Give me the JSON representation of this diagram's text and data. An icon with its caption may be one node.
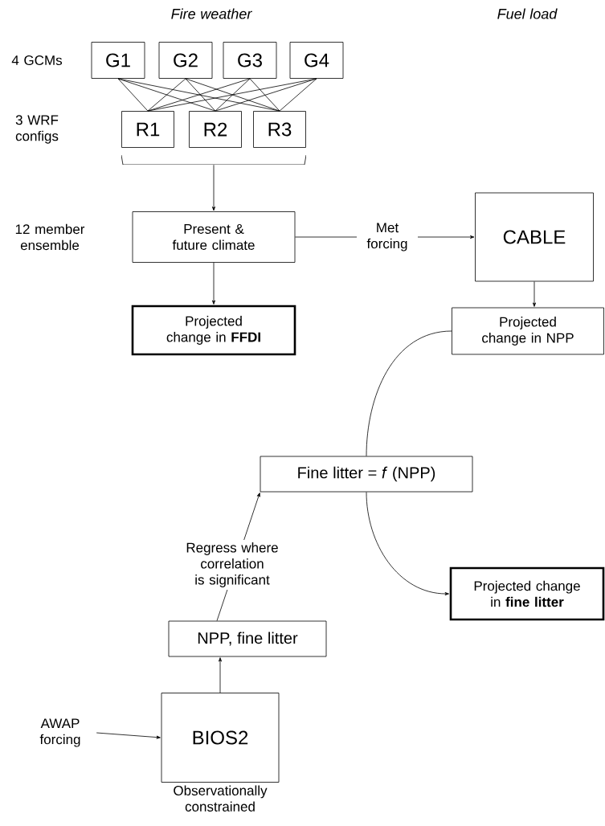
{
  "diagram": {
    "nodes": [
      {
        "text": [
          "G1"
        ]
      },
      {
        "text": [
          "G2"
        ]
      },
      {
        "text": [
          "G3"
        ]
      },
      {
        "text": [
          "G4"
        ]
      },
      {
        "text": [
          "R1"
        ]
      },
      {
        "text": [
          "R2"
        ]
      },
      {
        "text": [
          "R3"
        ]
      },
      {
        "text": [
          "Present & future climate"
        ]
      },
      {
        "text": [
          "Projected change in **FFDI**"
        ]
      },
      {
        "text": [
          "CABLE"
        ]
      },
      {
        "text": [
          "Projected change in NPP"
        ]
      },
      {
        "text": [
          "Fine litter = *f* (NPP)"
        ]
      },
      {
        "text": [
          "Projected change in **fine litter**"
        ]
      },
      {
        "text": [
          "NPP, fine litter"
        ]
      },
      {
        "text": [
          "BIOS2"
        ],
        "beside": [
          "Observationally constrained"
        ]
      },
      {
        "text": [
          "AWAP forcing"
        ]
      },
      {
        "text": [],
        "shape": "bracket"
      }
    ],
    "edges": [
      {
        "from": 0,
        "to": 4,
        "arrow": "none"
      },
      {
        "from": 0,
        "to": 5,
        "arrow": "none"
      },
      {
        "from": 0,
        "to": 6,
        "arrow": "none"
      },
      {
        "from": 1,
        "to": 4,
        "arrow": "none"
      },
      {
        "from": 1,
        "to": 5,
        "arrow": "none"
      },
      {
        "from": 1,
        "to": 6,
        "arrow": "none"
      },
      {
        "from": 2,
        "to": 4,
        "arrow": "none"
      },
      {
        "from": 2,
        "to": 5,
        "arrow": "none"
      },
      {
        "from": 2,
        "to": 6,
        "arrow": "none"
      },
      {
        "from": 3,
        "to": 4,
        "arrow": "none"
      },
      {
        "from": 3,
        "to": 5,
        "arrow": "none"
      },
      {
        "from": 3,
        "to": 6,
        "arrow": "none"
      },
      {
        "from": 16,
        "to": 7,
        "arrow": "to"
      },
      {
        "from": 7,
        "to": 8,
        "arrow": "to"
      },
      {
        "from": 7,
        "to": 9,
        "arrow": "to",
        "label": "Met forcing"
      },
      {
        "from": 9,
        "to": 10,
        "arrow": "to"
      },
      {
        "from": 10,
        "to": 11,
        "arrow": "none"
      },
      {
        "from": 11,
        "to": 12,
        "arrow": "to"
      },
      {
        "from": 13,
        "to": 11,
        "arrow": "to",
        "label": "Regress where correlation is significant"
      },
      {
        "from": 14,
        "to": 13,
        "arrow": "to"
      },
      {
        "from": 15,
        "to": 14,
        "arrow": "to"
      }
    ],
    "labels": [
      "Fire weather",
      "Fuel load",
      "4 GCMs",
      "3 WRF configs",
      "12 member ensemble"
    ]
  }
}
